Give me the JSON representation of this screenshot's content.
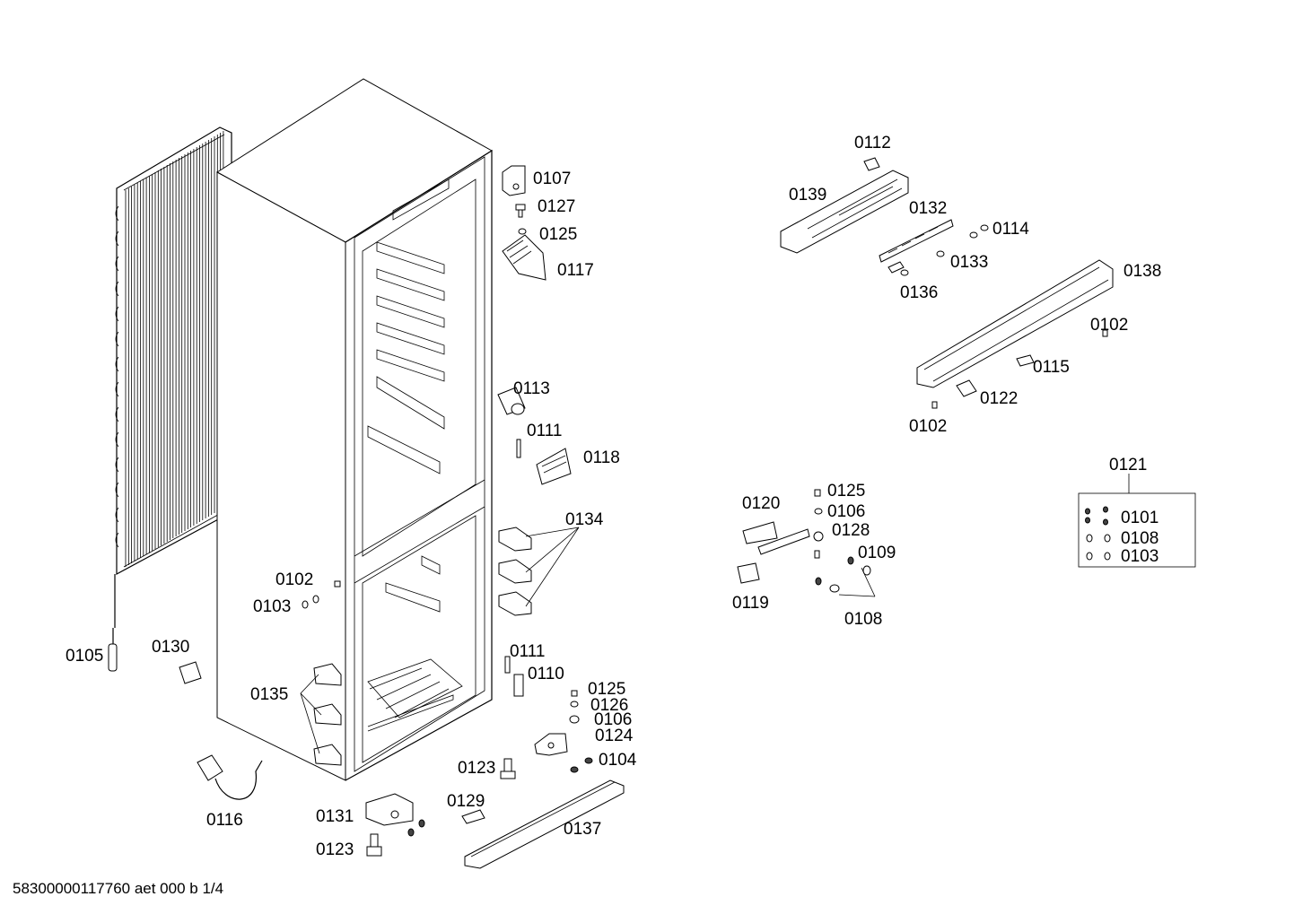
{
  "labels": {
    "p0107": "0107",
    "p0127": "0127",
    "p0125a": "0125",
    "p0117": "0117",
    "p0113": "0113",
    "p0111a": "0111",
    "p0118": "0118",
    "p0134": "0134",
    "p0102a": "0102",
    "p0103a": "0103",
    "p0105": "0105",
    "p0130": "0130",
    "p0135": "0135",
    "p0111b": "0111",
    "p0110": "0110",
    "p0125b": "0125",
    "p0126": "0126",
    "p0106a": "0106",
    "p0124": "0124",
    "p0104": "0104",
    "p0123a": "0123",
    "p0129": "0129",
    "p0137": "0137",
    "p0131": "0131",
    "p0123b": "0123",
    "p0116": "0116",
    "p0112": "0112",
    "p0139": "0139",
    "p0132": "0132",
    "p0114": "0114",
    "p0133": "0133",
    "p0136": "0136",
    "p0138": "0138",
    "p0102b": "0102",
    "p0115": "0115",
    "p0122": "0122",
    "p0102c": "0102",
    "p0120": "0120",
    "p0125c": "0125",
    "p0106b": "0106",
    "p0128": "0128",
    "p0109": "0109",
    "p0119": "0119",
    "p0108a": "0108",
    "p0121": "0121",
    "p0101": "0101",
    "p0108b": "0108",
    "p0103b": "0103"
  },
  "footer": "58300000117760 aet 000 b 1/4"
}
